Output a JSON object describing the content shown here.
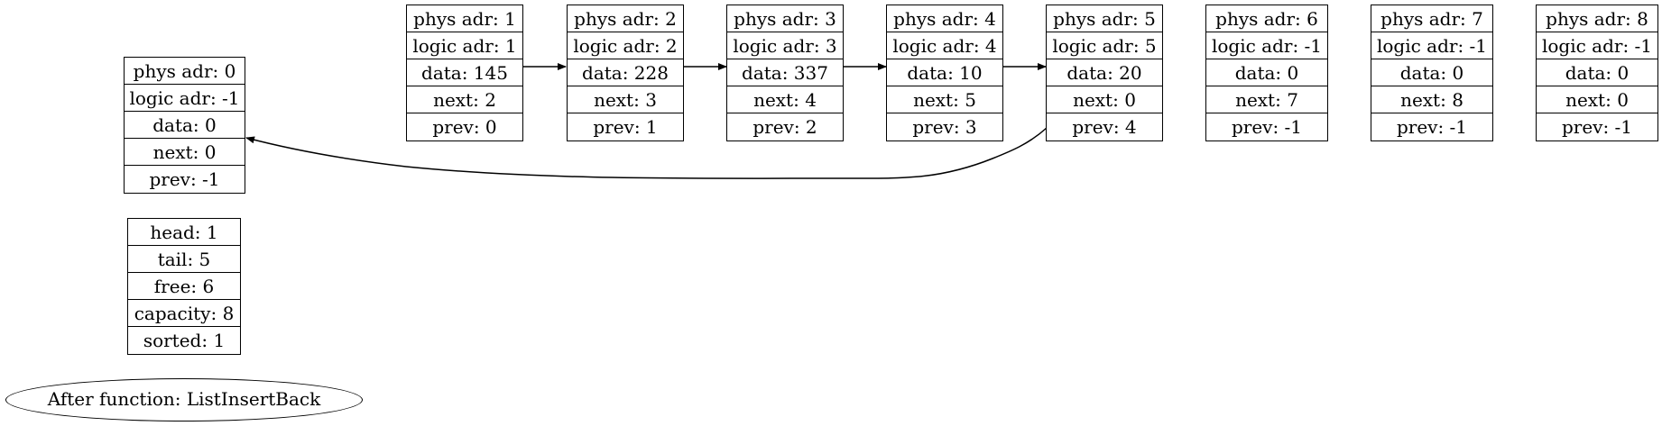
{
  "nodes": [
    {
      "phys": "phys adr: 0",
      "logic": "logic adr: -1",
      "data": "data: 0",
      "next": "next: 0",
      "prev": "prev: -1"
    },
    {
      "phys": "phys adr: 1",
      "logic": "logic adr: 1",
      "data": "data: 145",
      "next": "next: 2",
      "prev": "prev: 0"
    },
    {
      "phys": "phys adr: 2",
      "logic": "logic adr: 2",
      "data": "data: 228",
      "next": "next: 3",
      "prev": "prev: 1"
    },
    {
      "phys": "phys adr: 3",
      "logic": "logic adr: 3",
      "data": "data: 337",
      "next": "next: 4",
      "prev": "prev: 2"
    },
    {
      "phys": "phys adr: 4",
      "logic": "logic adr: 4",
      "data": "data: 10",
      "next": "next: 5",
      "prev": "prev: 3"
    },
    {
      "phys": "phys adr: 5",
      "logic": "logic adr: 5",
      "data": "data: 20",
      "next": "next: 0",
      "prev": "prev: 4"
    },
    {
      "phys": "phys adr: 6",
      "logic": "logic adr: -1",
      "data": "data: 0",
      "next": "next: 7",
      "prev": "prev: -1"
    },
    {
      "phys": "phys adr: 7",
      "logic": "logic adr: -1",
      "data": "data: 0",
      "next": "next: 8",
      "prev": "prev: -1"
    },
    {
      "phys": "phys adr: 8",
      "logic": "logic adr: -1",
      "data": "data: 0",
      "next": "next: 0",
      "prev": "prev: -1"
    }
  ],
  "info": {
    "head": "head: 1",
    "tail": "tail: 5",
    "free": "free: 6",
    "capacity": "capacity: 8",
    "sorted": "sorted: 1"
  },
  "caption": "After function: ListInsertBack"
}
